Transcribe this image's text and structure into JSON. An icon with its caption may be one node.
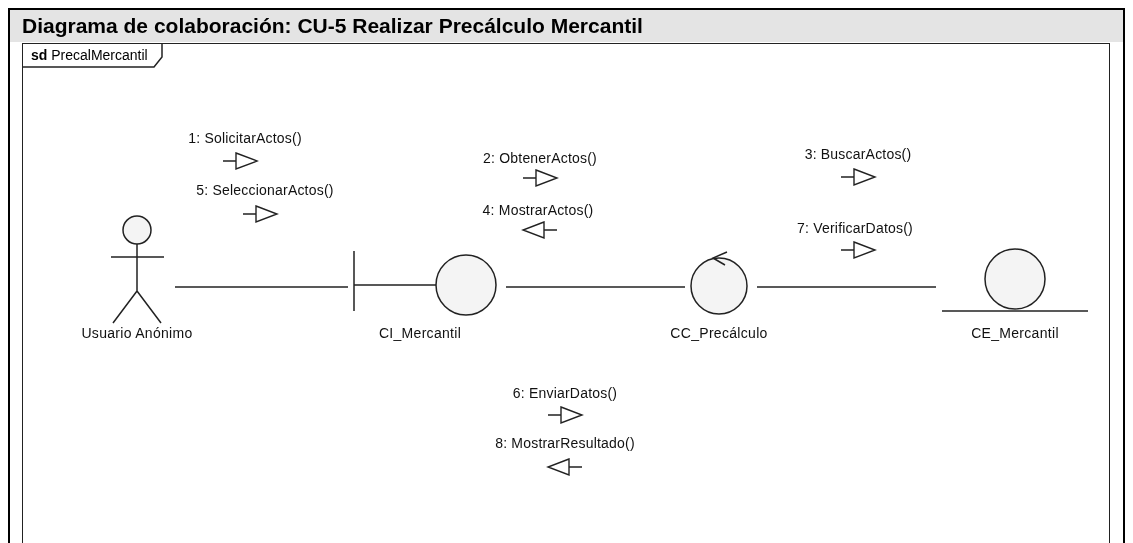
{
  "diagram": {
    "title": "Diagrama de colaboración: CU-5 Realizar Precálculo Mercantil",
    "nodes": [
      {
        "text": [
          "**sd** PrecalMercantil"
        ]
      },
      {
        "text": [
          "Usuario Anónimo"
        ],
        "in": 0
      },
      {
        "text": [
          "CI_Mercantil"
        ],
        "in": 0
      },
      {
        "text": [
          "CC_Precálculo"
        ],
        "in": 0
      },
      {
        "text": [
          "CE_Mercantil"
        ],
        "in": 0
      }
    ],
    "edges": [
      {
        "from": 1,
        "to": 2,
        "arrow": "none"
      },
      {
        "from": 2,
        "to": 3,
        "arrow": "none"
      },
      {
        "from": 3,
        "to": 4,
        "arrow": "none"
      }
    ],
    "labels": [
      "1: SolicitarActos()",
      "2: ObtenerActos()",
      "3: BuscarActos()",
      "5: SeleccionarActos()",
      "4: MostrarActos()",
      "7: VerificarDatos()",
      "6: EnviarDatos()",
      "8: MostrarResultado()"
    ]
  }
}
